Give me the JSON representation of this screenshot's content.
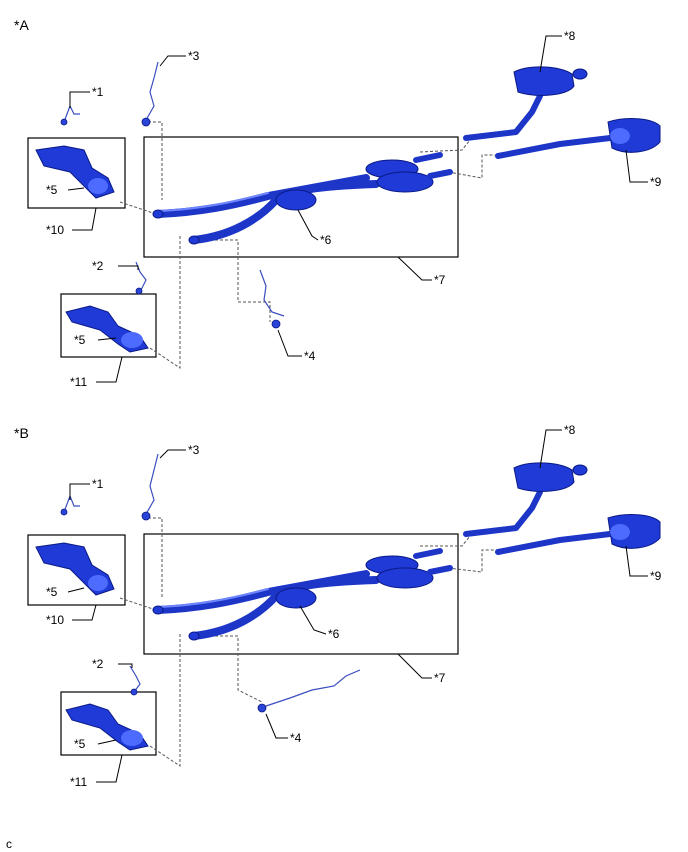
{
  "sections": [
    {
      "id": "A",
      "heading": "*A",
      "callouts": {
        "c1": "*1",
        "c2": "*2",
        "c3": "*3",
        "c4": "*4",
        "c5a": "*5",
        "c5b": "*5",
        "c6": "*6",
        "c7": "*7",
        "c8": "*8",
        "c9": "*9",
        "c10": "*10",
        "c11": "*11"
      }
    },
    {
      "id": "B",
      "heading": "*B",
      "callouts": {
        "c1": "*1",
        "c2": "*2",
        "c3": "*3",
        "c4": "*4",
        "c5a": "*5",
        "c5b": "*5",
        "c6": "*6",
        "c7": "*7",
        "c8": "*8",
        "c9": "*9",
        "c10": "*10",
        "c11": "*11"
      }
    }
  ],
  "footer_code": "c",
  "colors": {
    "part_fill": "#1f3ad6",
    "part_outline": "#0a1a86",
    "highlight": "#4e6bff",
    "leader_line": "#000000",
    "dashed_line": "#555555"
  }
}
